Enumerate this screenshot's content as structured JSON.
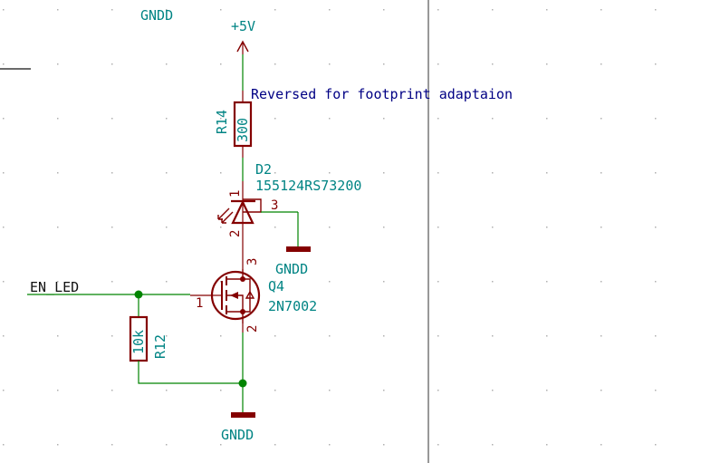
{
  "schematic": {
    "colors": {
      "wire": "#008400",
      "component": "#840000",
      "field_text": "#008484",
      "note_text": "#000084",
      "junction": "#008400",
      "sheet_border": "#555555"
    },
    "labels": {
      "gndd_top": "GNDD",
      "power_5v": "+5V",
      "note": "Reversed for footprint adaptaion",
      "net_en_led": "EN_LED",
      "gndd_led": "GNDD",
      "gndd_bottom": "GNDD"
    },
    "components": {
      "r14": {
        "ref": "R14",
        "value": "300"
      },
      "d2": {
        "ref": "D2",
        "value": "155124RS73200",
        "pins": [
          "1",
          "2",
          "3"
        ]
      },
      "q4": {
        "ref": "Q4",
        "value": "2N7002",
        "pins": [
          "1",
          "2",
          "3"
        ]
      },
      "r12": {
        "ref": "R12",
        "value": "10k"
      }
    }
  }
}
